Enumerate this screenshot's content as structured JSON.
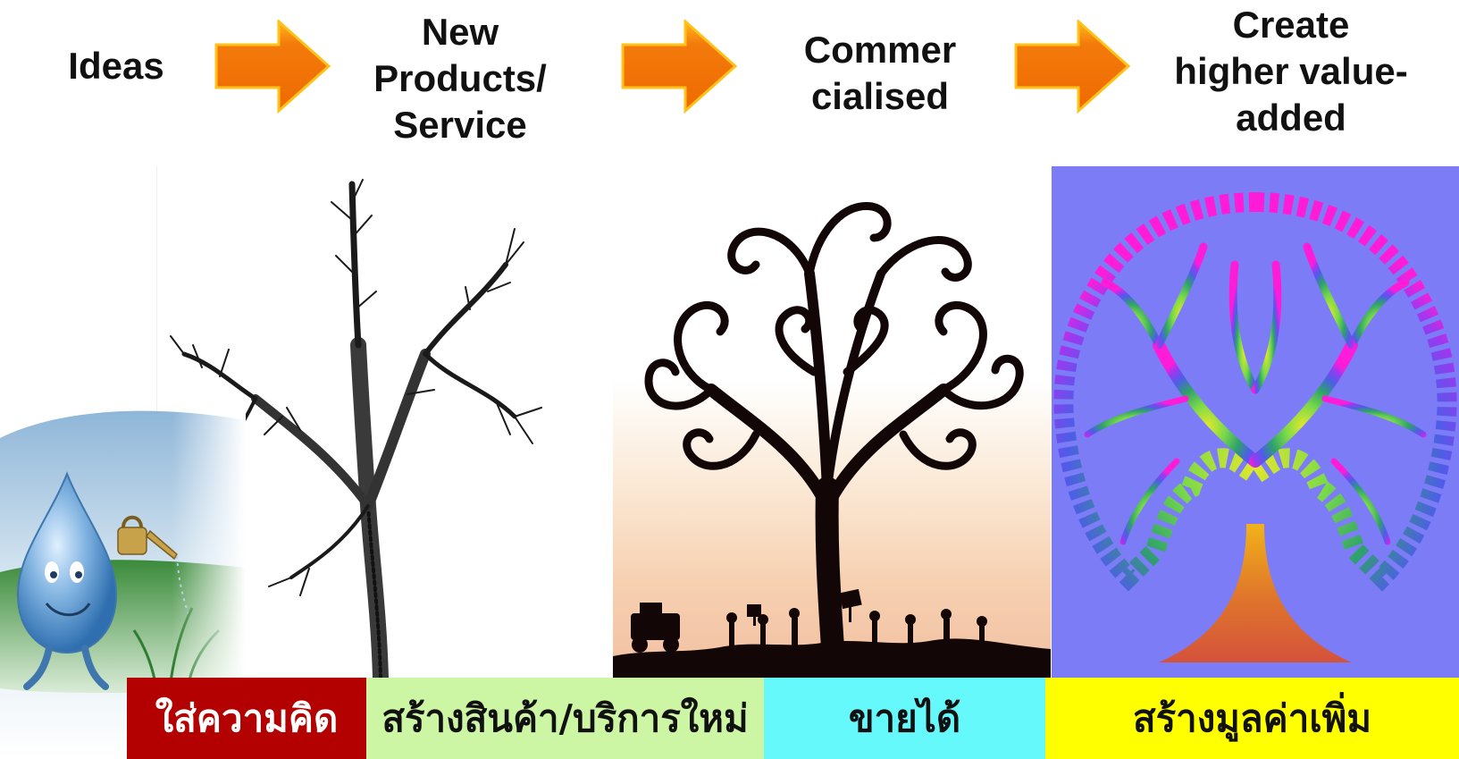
{
  "flow": {
    "steps": [
      {
        "lines": [
          "Ideas"
        ]
      },
      {
        "lines": [
          "New",
          "Products/",
          "Service"
        ]
      },
      {
        "lines": [
          "Commer",
          "cialised"
        ]
      },
      {
        "lines": [
          "Create",
          "higher value-",
          "added"
        ]
      }
    ],
    "arrow_color": "#F47A0C",
    "arrow_highlight": "#FFC21A"
  },
  "labels": [
    {
      "text": "ใส่ความคิด",
      "background": "#B30000",
      "color": "#FFFFFF"
    },
    {
      "text": "สร้างสินค้า/บริการใหม่",
      "background": "#CCF5A4",
      "color": "#111111"
    },
    {
      "text": "ขายได้",
      "background": "#66F9FB",
      "color": "#111111"
    },
    {
      "text": "สร้างมูลค่าเพิ่ม",
      "background": "#FFFF00",
      "color": "#111111"
    }
  ],
  "panels": [
    {
      "icon": "water-drop-watering-can-illustration"
    },
    {
      "icon": "bare-sketched-tree-illustration"
    },
    {
      "icon": "swirl-tree-silhouette-illustration"
    },
    {
      "icon": "rainbow-fractal-tree-illustration",
      "background": "#7C7CF6"
    }
  ]
}
